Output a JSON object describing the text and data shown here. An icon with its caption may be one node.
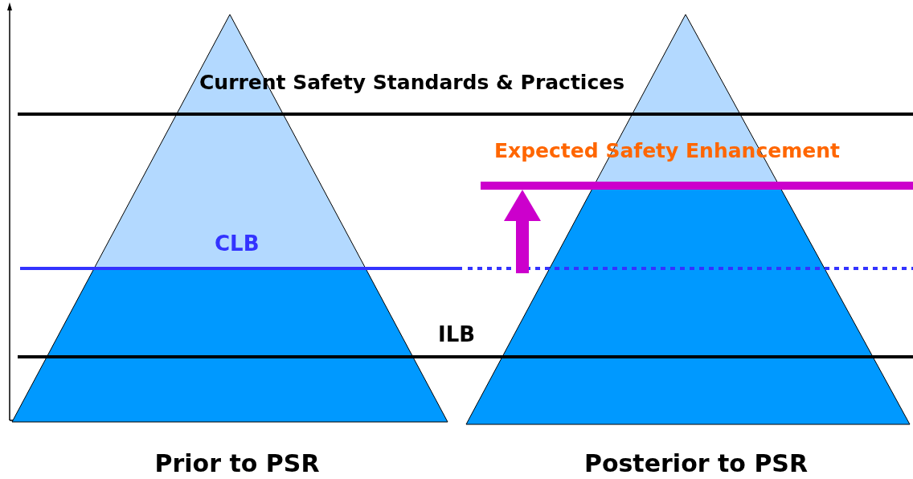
{
  "diagram": {
    "nodes": [
      {
        "text": [
          "Prior to PSR"
        ]
      },
      {
        "text": [
          "Posterior to PSR"
        ]
      }
    ],
    "labels": [
      "Current Safety Standards & Practices",
      "Expected Safety Enhancement",
      "CLB",
      "ILB"
    ]
  }
}
